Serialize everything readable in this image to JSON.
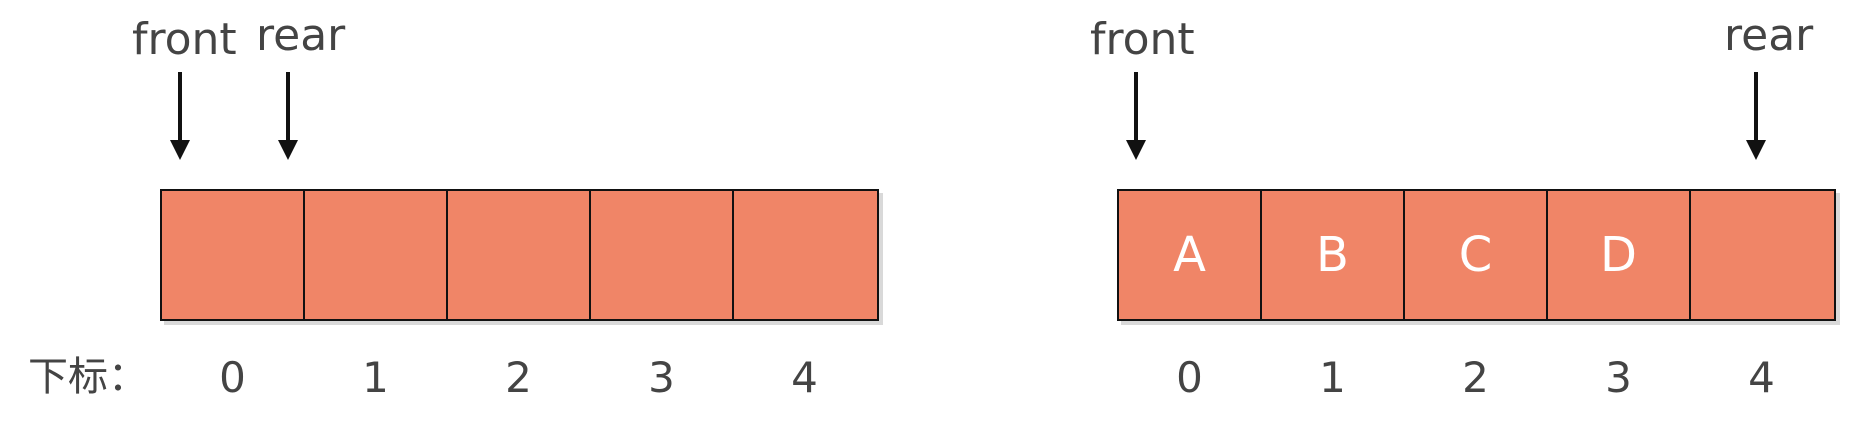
{
  "index_title": "下标：",
  "left": {
    "front_label": "front",
    "rear_label": "rear",
    "cells": [
      "",
      "",
      "",
      "",
      ""
    ],
    "indices": [
      "0",
      "1",
      "2",
      "3",
      "4"
    ]
  },
  "right": {
    "front_label": "front",
    "rear_label": "rear",
    "cells": [
      "A",
      "B",
      "C",
      "D",
      ""
    ],
    "indices": [
      "0",
      "1",
      "2",
      "3",
      "4"
    ]
  },
  "colors": {
    "cell_fill": "#f08567",
    "cell_text": "#ffffff",
    "border": "#111111",
    "label_text": "#444444"
  }
}
